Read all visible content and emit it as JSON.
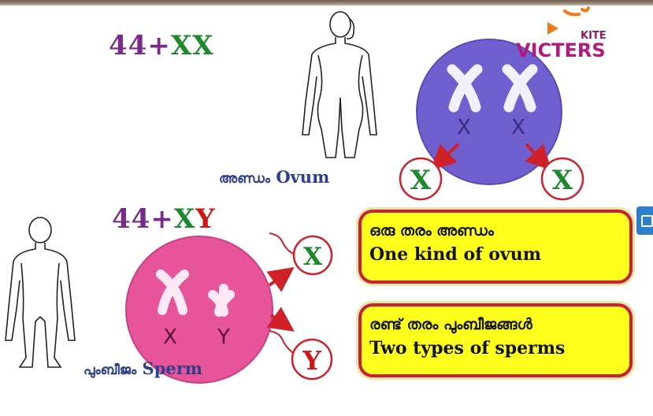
{
  "female": {
    "karyotype": {
      "autosomes": "44",
      "plus": "+",
      "sex1": "X",
      "sex2": "X"
    },
    "cell_chromosome_labels": [
      "X",
      "X"
    ],
    "gametes": [
      "X",
      "X"
    ],
    "label_ml": "അണ്ഡം",
    "label_en": "Ovum",
    "cell_color": "#6f5fcf"
  },
  "male": {
    "karyotype": {
      "autosomes": "44",
      "plus": "+",
      "sex1": "X",
      "sex2": "Y"
    },
    "cell_chromosome_labels": [
      "X",
      "Y"
    ],
    "gametes": [
      "X",
      "Y"
    ],
    "label_ml": "പുംബീജം",
    "label_en": "Sperm",
    "cell_color": "#e8549a"
  },
  "notes": [
    {
      "line_ml": "ഒരു തരം അണ്ഡം",
      "line_en": "One kind of ovum"
    },
    {
      "line_ml": "രണ്ട് തരം പുംബീജങ്ങൾ",
      "line_en": "Two types of sperms"
    }
  ],
  "logo": {
    "small": "KITE",
    "big": "VICTERS"
  },
  "colors": {
    "x_green": "#1c8a2c",
    "y_red": "#d01818",
    "purple": "#7a2a8a",
    "label_blue": "#2d3f8c",
    "box_yellow": "#ffff1e",
    "box_border": "#c8203a",
    "arrow_red": "#d0202a"
  },
  "icons": [
    "female-figure-icon",
    "male-figure-icon",
    "side-panel-icon",
    "kite-logo-icon"
  ]
}
